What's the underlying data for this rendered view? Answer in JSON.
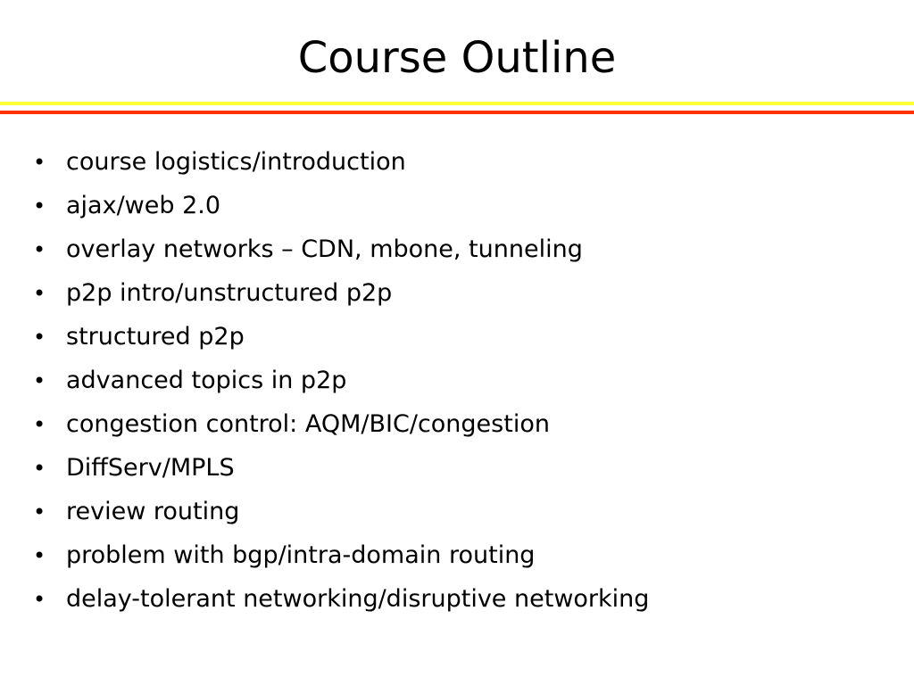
{
  "slide": {
    "title": "Course Outline",
    "bullet_symbol": "•",
    "items": [
      "course logistics/introduction",
      "ajax/web 2.0",
      "overlay networks – CDN, mbone, tunneling",
      "p2p intro/unstructured p2p",
      "structured p2p",
      "advanced topics in p2p",
      "congestion control: AQM/BIC/congestion",
      "DiffServ/MPLS",
      "review routing",
      "problem with bgp/intra-domain routing",
      "delay-tolerant networking/disruptive networking"
    ]
  },
  "colors": {
    "background": "#FFFFFF",
    "text": "#000000",
    "rule_top": "#FFFF33",
    "rule_bottom": "#FF3300"
  }
}
